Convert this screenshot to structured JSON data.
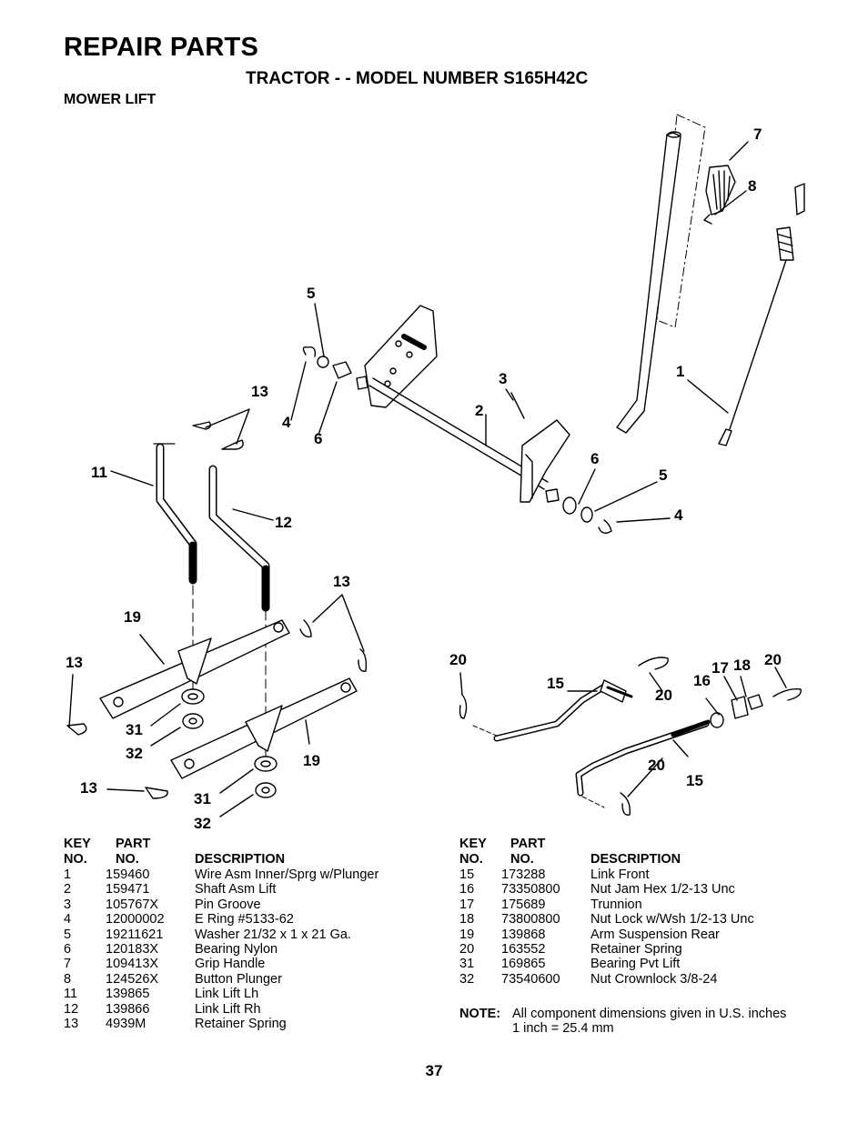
{
  "header": {
    "title": "REPAIR PARTS",
    "subtitle": "TRACTOR - - MODEL NUMBER S165H42C",
    "section": "MOWER LIFT"
  },
  "callouts": [
    "7",
    "8",
    "5",
    "1",
    "13",
    "4",
    "6",
    "3",
    "2",
    "11",
    "6",
    "5",
    "12",
    "4",
    "13",
    "19",
    "13",
    "20",
    "15",
    "20",
    "17",
    "18",
    "20",
    "16",
    "31",
    "32",
    "19",
    "20",
    "15",
    "13",
    "31",
    "32"
  ],
  "table_headers": {
    "key": "KEY",
    "no": "NO.",
    "part": "PART",
    "part_no": "NO.",
    "description": "DESCRIPTION"
  },
  "parts_left": [
    {
      "key": "1",
      "part": "159460",
      "desc": "Wire Asm Inner/Sprg w/Plunger"
    },
    {
      "key": "2",
      "part": "159471",
      "desc": "Shaft Asm Lift"
    },
    {
      "key": "3",
      "part": "105767X",
      "desc": "Pin Groove"
    },
    {
      "key": "4",
      "part": "12000002",
      "desc": "E Ring  #5133-62"
    },
    {
      "key": "5",
      "part": "19211621",
      "desc": "Washer  21/32 x 1 x 21 Ga."
    },
    {
      "key": "6",
      "part": "120183X",
      "desc": "Bearing Nylon"
    },
    {
      "key": "7",
      "part": "109413X",
      "desc": "Grip Handle"
    },
    {
      "key": "8",
      "part": "124526X",
      "desc": "Button Plunger"
    },
    {
      "key": "11",
      "part": "139865",
      "desc": "Link Lift Lh"
    },
    {
      "key": "12",
      "part": "139866",
      "desc": "Link Lift Rh"
    },
    {
      "key": "13",
      "part": "4939M",
      "desc": "Retainer Spring"
    }
  ],
  "parts_right": [
    {
      "key": "15",
      "part": "173288",
      "desc": "Link Front"
    },
    {
      "key": "16",
      "part": "73350800",
      "desc": "Nut Jam Hex  1/2-13 Unc"
    },
    {
      "key": "17",
      "part": "175689",
      "desc": "Trunnion"
    },
    {
      "key": "18",
      "part": "73800800",
      "desc": "Nut Lock w/Wsh 1/2-13 Unc"
    },
    {
      "key": "19",
      "part": "139868",
      "desc": "Arm Suspension Rear"
    },
    {
      "key": "20",
      "part": "163552",
      "desc": "Retainer Spring"
    },
    {
      "key": "31",
      "part": "169865",
      "desc": "Bearing Pvt Lift"
    },
    {
      "key": "32",
      "part": "73540600",
      "desc": "Nut Crownlock 3/8-24"
    }
  ],
  "note": {
    "label": "NOTE:",
    "line1": "All component dimensions given in U.S. inches",
    "line2": "1 inch = 25.4 mm"
  },
  "page_number": "37"
}
